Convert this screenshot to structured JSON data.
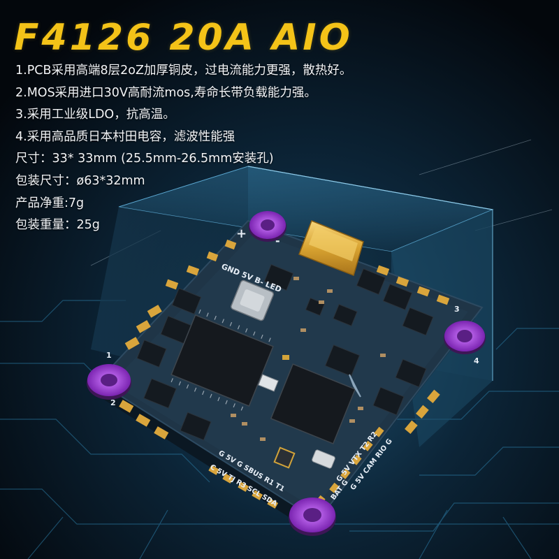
{
  "title": "F4126  20A  AIO",
  "specs": [
    "1.PCB采用高端8层2oZ加厚铜皮，过电流能力更强，散热好。",
    "2.MOS采用进口30V高耐流mos,寿命长带负载能力强。",
    "3.采用工业级LDO，抗高温。",
    "4.采用高品质日本村田电容，滤波性能强",
    "尺寸：33* 33mm (25.5mm-26.5mm安装孔)",
    "包装尺寸：ø63*32mm",
    "产品净重:7g",
    "包装重量：25g"
  ],
  "board": {
    "silkscreen_top": "GND 5V B- LED",
    "silkscreen_right": "G 5V VTX T2 R2",
    "silkscreen_right_2": "G 5V CAM RIO G",
    "silkscreen_bottom": "G 5V G SBUS R1 T1",
    "silkscreen_bottom_2": "C 5V TJ R3 SCL SDA",
    "silkscreen_bottom_3": "BAT G",
    "motor_labels": [
      "1",
      "2",
      "3",
      "4"
    ],
    "plus_label": "+",
    "minus_label": "-",
    "colors": {
      "pcb": "#1f3547",
      "pads": "#d9a53c",
      "mount_rings": "#9138c8",
      "title": "#f4c318"
    }
  }
}
